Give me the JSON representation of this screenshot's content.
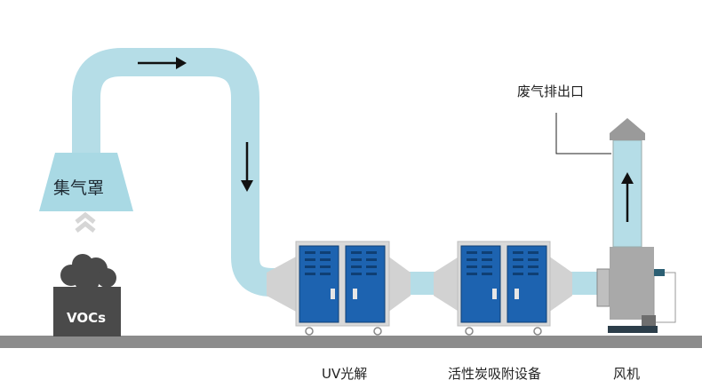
{
  "labels": {
    "hood": "集气罩",
    "vocs": "VOCs",
    "uv": "UV光解",
    "carbon": "活性炭吸附设备",
    "fan": "风机",
    "exhaust": "废气排出口"
  },
  "colors": {
    "duct": "#b5dde7",
    "hood": "#a9d9e4",
    "cabinet_door": "#1d63b0",
    "housing": "#d6d6d6",
    "ground": "#8c8c8c",
    "vocs_box": "#4a4a4a"
  }
}
